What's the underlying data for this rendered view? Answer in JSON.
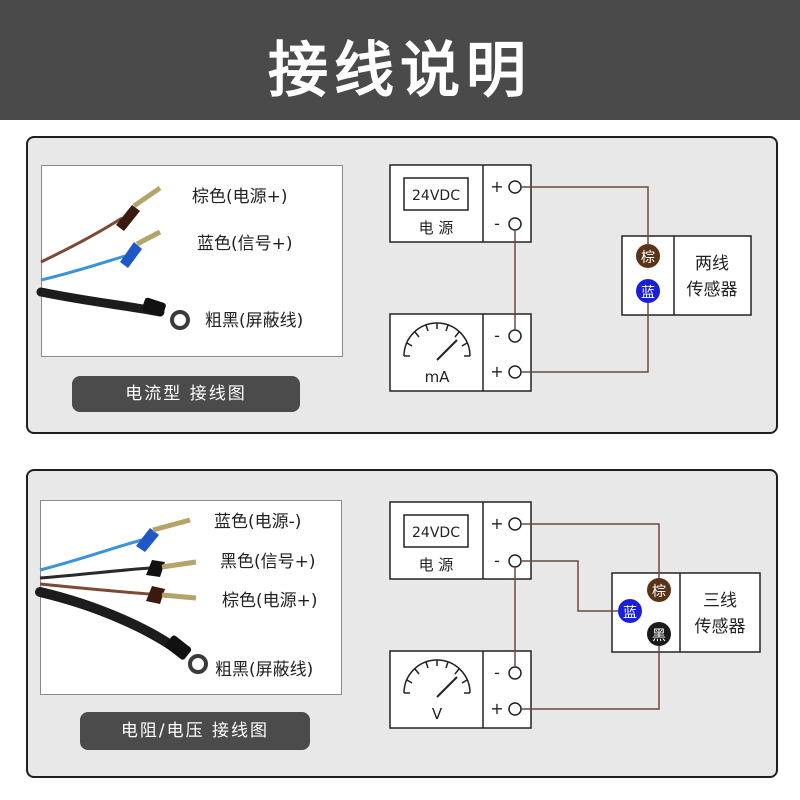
{
  "page": {
    "title": "接线说明"
  },
  "sections": [
    {
      "id": "current",
      "caption": "电流型  接线图",
      "wires": [
        "棕色(电源+)",
        "蓝色(信号+)",
        "粗黑(屏蔽线)"
      ],
      "supply": {
        "display": "24VDC",
        "label": "电 源",
        "plus": "+",
        "minus": "-"
      },
      "meter": {
        "unit": "mA",
        "plus": "+",
        "minus": "-"
      },
      "sensor": {
        "line1": "两线",
        "line2": "传感器",
        "dots": [
          "棕",
          "蓝"
        ]
      }
    },
    {
      "id": "voltage",
      "caption": "电阻/电压  接线图",
      "wires": [
        "蓝色(电源-)",
        "黑色(信号+)",
        "棕色(电源+)",
        "粗黑(屏蔽线)"
      ],
      "supply": {
        "display": "24VDC",
        "label": "电 源",
        "plus": "+",
        "minus": "-"
      },
      "meter": {
        "unit": "V",
        "plus": "+",
        "minus": "-"
      },
      "sensor": {
        "line1": "三线",
        "line2": "传感器",
        "dots": [
          "棕",
          "蓝",
          "黑"
        ]
      }
    }
  ],
  "colors": {
    "brown": "#5a3418",
    "blue": "#1b20d8",
    "black": "#1a1a1a",
    "wire": "#6b4a3a",
    "header": "#4a4a4a",
    "panel": "#e8e8e8"
  }
}
